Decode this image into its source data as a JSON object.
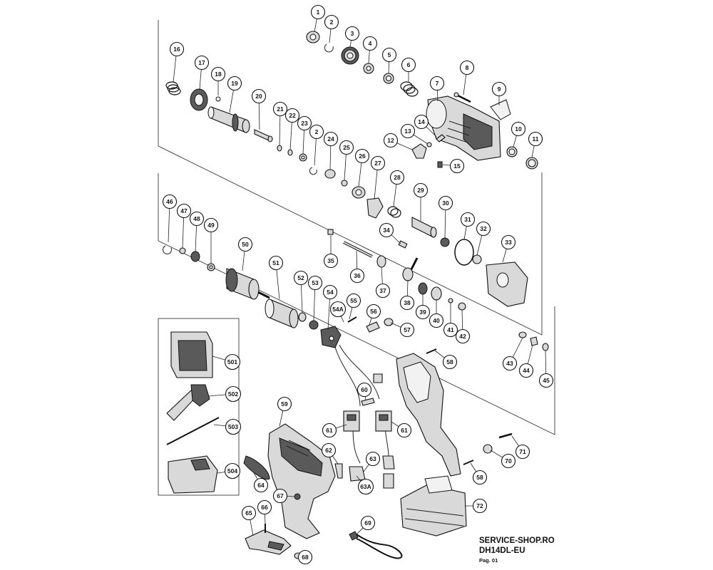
{
  "document": {
    "shop": "SERVICE-SHOP.RO",
    "model": "DH14DL-EU",
    "page": "Pag. 01"
  },
  "callouts": [
    "1",
    "2",
    "3",
    "4",
    "5",
    "6",
    "7",
    "8",
    "9",
    "10",
    "11",
    "12",
    "13",
    "14",
    "15",
    "16",
    "17",
    "18",
    "19",
    "20",
    "21",
    "22",
    "23",
    "2",
    "24",
    "25",
    "26",
    "27",
    "28",
    "29",
    "30",
    "31",
    "32",
    "33",
    "34",
    "35",
    "36",
    "37",
    "38",
    "39",
    "40",
    "41",
    "42",
    "43",
    "44",
    "45",
    "46",
    "47",
    "48",
    "49",
    "50",
    "51",
    "52",
    "53",
    "54",
    "54A",
    "55",
    "56",
    "57",
    "58",
    "58",
    "59",
    "60",
    "61",
    "61",
    "62",
    "63",
    "63A",
    "64",
    "65",
    "66",
    "67",
    "68",
    "69",
    "70",
    "71",
    "72",
    "501",
    "502",
    "503",
    "504"
  ]
}
